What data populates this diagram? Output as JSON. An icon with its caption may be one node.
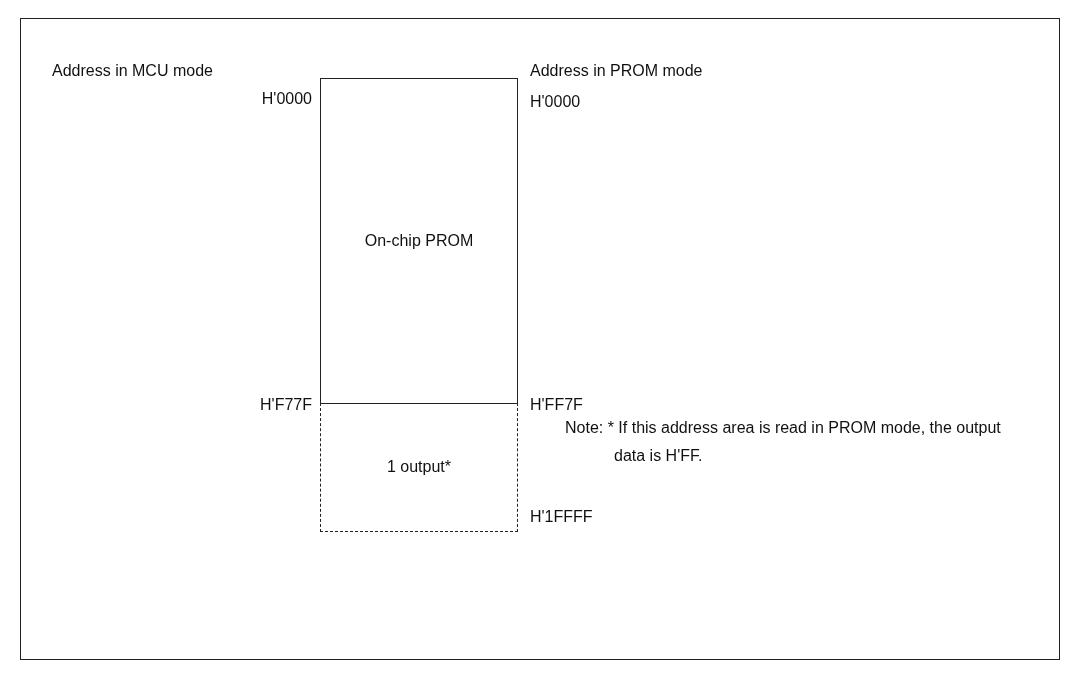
{
  "diagram": {
    "nodes": [
      {
        "text": [
          "On-chip PROM"
        ]
      },
      {
        "text": [
          "1 output*"
        ]
      }
    ],
    "labels": [
      "Address in MCU mode",
      "Address in PROM mode",
      "H'0000",
      "H'0000",
      "H'F77F",
      "H'FF7F",
      "Note: * If this address area is read in PROM mode, the output data is H'FF.",
      "H'1FFFF"
    ]
  }
}
